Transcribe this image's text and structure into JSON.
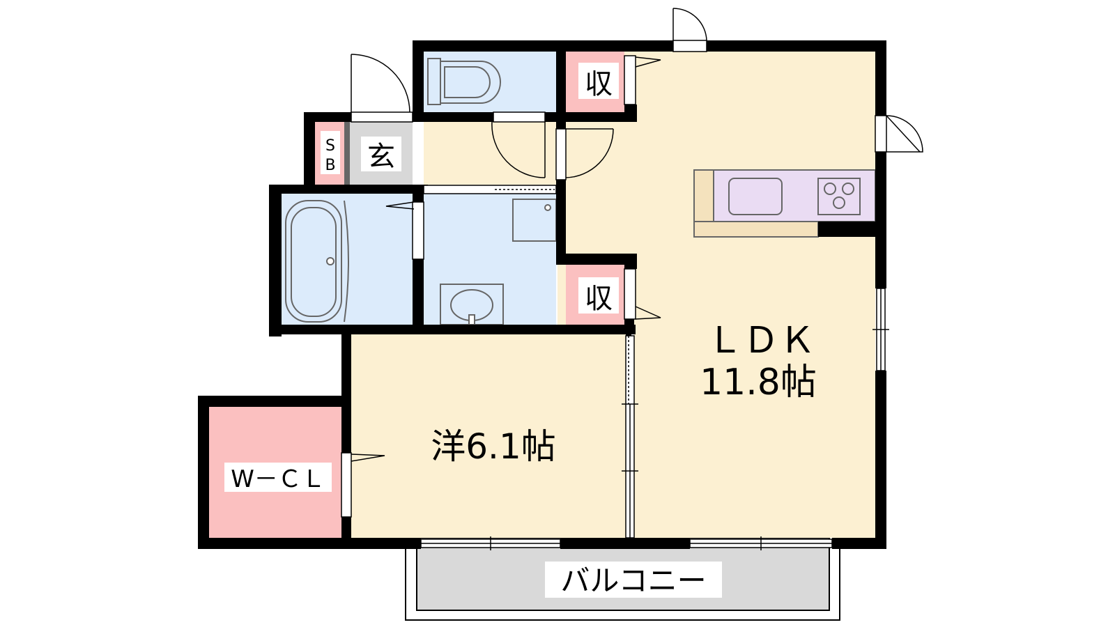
{
  "rooms": {
    "ldk_name": "ＬＤＫ",
    "ldk_size": "11.8帖",
    "western_room": "洋6.1帖",
    "walk_in_closet": "W－ＣＬ",
    "storage_upper": "収",
    "storage_lower": "収",
    "entrance": "玄",
    "shoe_box_s": "S",
    "shoe_box_b": "B",
    "balcony": "バルコニー"
  },
  "colors": {
    "living": "#fcf0d2",
    "wet_area": "#dcebfb",
    "storage": "#fbc0c0",
    "kitchen": "#eadcf3",
    "entrance": "#d8d8d8",
    "balcony": "#d9d9d9",
    "wall": "#000000"
  }
}
